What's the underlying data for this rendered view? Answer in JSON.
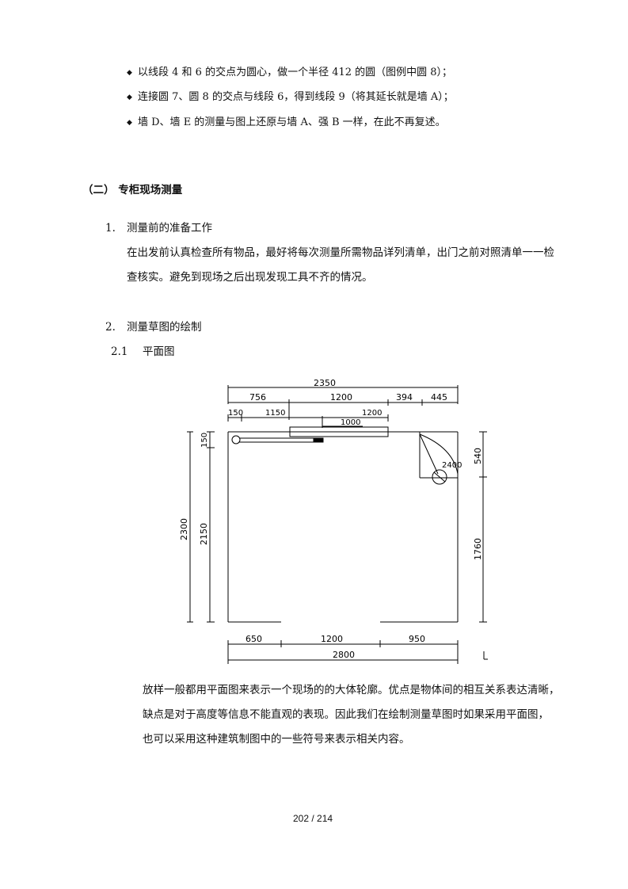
{
  "bullets": [
    "以线段 4 和 6 的交点为圆心，做一个半径 412 的圆（图例中圆 8）；",
    "连接圆 7、圆 8 的交点与线段 6，得到线段 9（将其延长就是墙 A）；",
    "墙 D、墙 E 的测量与图上还原与墙 A、强 B 一样，在此不再复述。"
  ],
  "section_heading": "（二） 专柜现场测量",
  "item1": {
    "number": "1.",
    "title": "测量前的准备工作",
    "para_line1": "在出发前认真检查所有物品，最好将每次测量所需物品详列清单，出门之前对照清单一一检",
    "para_line2": "查核实。避免到现场之后出现发现工具不齐的情况。"
  },
  "item2": {
    "number": "2.",
    "title": "测量草图的绘制"
  },
  "subitem": {
    "number": "2.1",
    "title": "平面图"
  },
  "drawing": {
    "top_total": "2350",
    "top_row1": [
      "756",
      "1200",
      "394",
      "445"
    ],
    "top_row2": [
      "150",
      "1150",
      "1200"
    ],
    "top_window": "1000",
    "left_outer": "2300",
    "left_inner_top": "150",
    "left_inner": "2150",
    "right_top": "540",
    "right_bottom": "1760",
    "door_label": "2400",
    "bottom_row": [
      "650",
      "1200",
      "950"
    ],
    "bottom_total": "2800"
  },
  "para_bottom": {
    "line1": "放样一般都用平面图来表示一个现场的的大体轮廓。优点是物体间的相互关系表达清晰，",
    "line2": "缺点是对于高度等信息不能直观的表现。因此我们在绘制测量草图时如果采用平面图，",
    "line3": "也可以采用这种建筑制图中的一些符号来表示相关内容。"
  },
  "page_number": "202 / 214"
}
